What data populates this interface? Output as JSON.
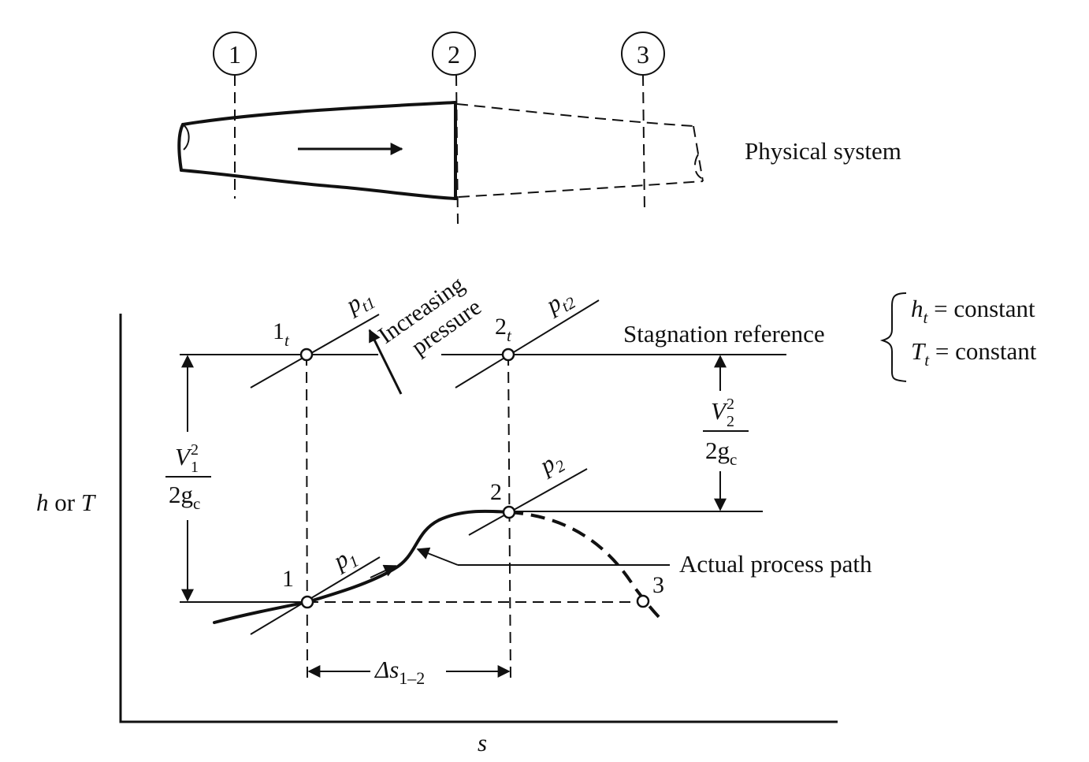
{
  "stations": [
    "1",
    "2",
    "3"
  ],
  "physical_system_label": "Physical system",
  "axes": {
    "y_label_h": "h",
    "y_label_or": " or ",
    "y_label_T": "T",
    "x_label": "s"
  },
  "states": {
    "s1": "1",
    "s2": "2",
    "s3": "3",
    "s1t_main": "1",
    "s1t_sub": "t",
    "s2t_main": "2",
    "s2t_sub": "t"
  },
  "isobars": {
    "pt1_main": "p",
    "pt1_sub": "t1",
    "pt2_main": "p",
    "pt2_sub": "t2",
    "p1_main": "p",
    "p1_sub": "1",
    "p2_main": "p",
    "p2_sub": "2"
  },
  "increasing_pressure": [
    "Increasing",
    "pressure"
  ],
  "stagnation_reference": "Stagnation reference",
  "stagnation_conditions": {
    "ht_main": "h",
    "ht_sub": "t",
    "Tt_main": "T",
    "Tt_sub": "t",
    "rhs": " = constant"
  },
  "kinetic_terms": {
    "v1_main": "V",
    "v1_sup": "2",
    "v1_sub": "1",
    "v2_main": "V",
    "v2_sup": "2",
    "v2_sub": "2",
    "denominator_main": "2g",
    "denominator_sub": "c"
  },
  "actual_process_path": "Actual process path",
  "delta_s": {
    "main": "Δs",
    "sub": "1–2"
  }
}
